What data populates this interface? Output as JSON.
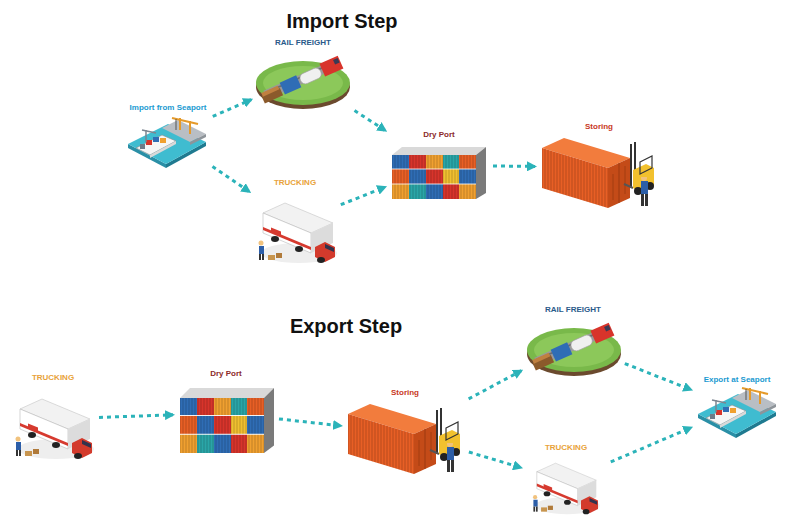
{
  "diagram": {
    "nodes": [
      {
        "text": [
          "Import from Seaport"
        ]
      },
      {
        "text": [
          "RAIL FREIGHT"
        ]
      },
      {
        "text": [
          "TRUCKING"
        ]
      },
      {
        "text": [
          "Dry Port"
        ]
      },
      {
        "text": [
          "Storing"
        ]
      },
      {
        "text": [
          "TRUCKING"
        ]
      },
      {
        "text": [
          "Dry Port"
        ]
      },
      {
        "text": [
          "Storing"
        ]
      },
      {
        "text": [
          "RAIL FREIGHT"
        ]
      },
      {
        "text": [
          "TRUCKING"
        ]
      },
      {
        "text": [
          "Export at Seaport"
        ]
      }
    ],
    "edges": [
      {
        "from": 0,
        "to": 1,
        "arrow": "to"
      },
      {
        "from": 0,
        "to": 2,
        "arrow": "to"
      },
      {
        "from": 1,
        "to": 3,
        "arrow": "to"
      },
      {
        "from": 2,
        "to": 3,
        "arrow": "to"
      },
      {
        "from": 3,
        "to": 4,
        "arrow": "to"
      },
      {
        "from": 5,
        "to": 6,
        "arrow": "to"
      },
      {
        "from": 6,
        "to": 7,
        "arrow": "to"
      },
      {
        "from": 7,
        "to": 8,
        "arrow": "to"
      },
      {
        "from": 7,
        "to": 9,
        "arrow": "to"
      },
      {
        "from": 8,
        "to": 10,
        "arrow": "to"
      },
      {
        "from": 9,
        "to": 10,
        "arrow": "to"
      }
    ],
    "labels": [
      "Import Step",
      "Export Step"
    ]
  }
}
